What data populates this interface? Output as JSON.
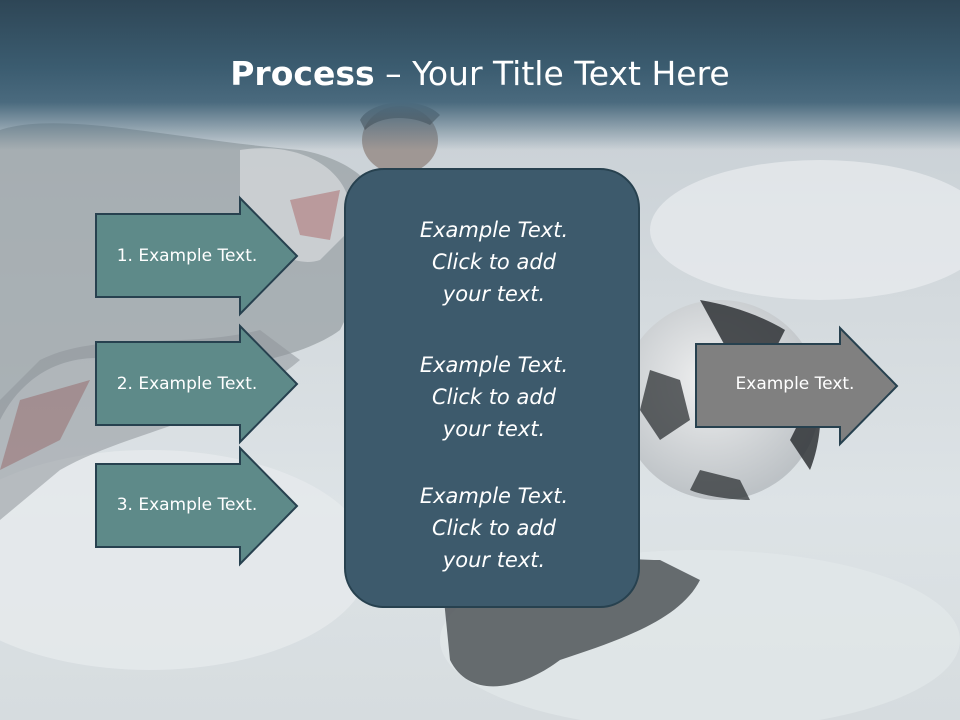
{
  "slide": {
    "title_bold": "Process",
    "title_rest": " – Your Title Text Here"
  },
  "left_arrows": [
    {
      "label": "1. Example Text."
    },
    {
      "label": "2. Example Text."
    },
    {
      "label": "3. Example Text."
    }
  ],
  "center_box": {
    "items": [
      {
        "line1": "Example Text.",
        "line2": "Click  to add",
        "line3": "your text."
      },
      {
        "line1": "Example Text.",
        "line2": "Click  to add",
        "line3": "your text."
      },
      {
        "line1": "Example Text.",
        "line2": "Click  to add",
        "line3": "your text."
      }
    ]
  },
  "right_arrow": {
    "label": "Example Text."
  },
  "colors": {
    "title_bar": "#3b5c70",
    "left_arrow_fill": "#5e8a89",
    "center_box_fill": "#3d5a6c",
    "right_arrow_fill": "#808080",
    "outline": "#27414f"
  }
}
